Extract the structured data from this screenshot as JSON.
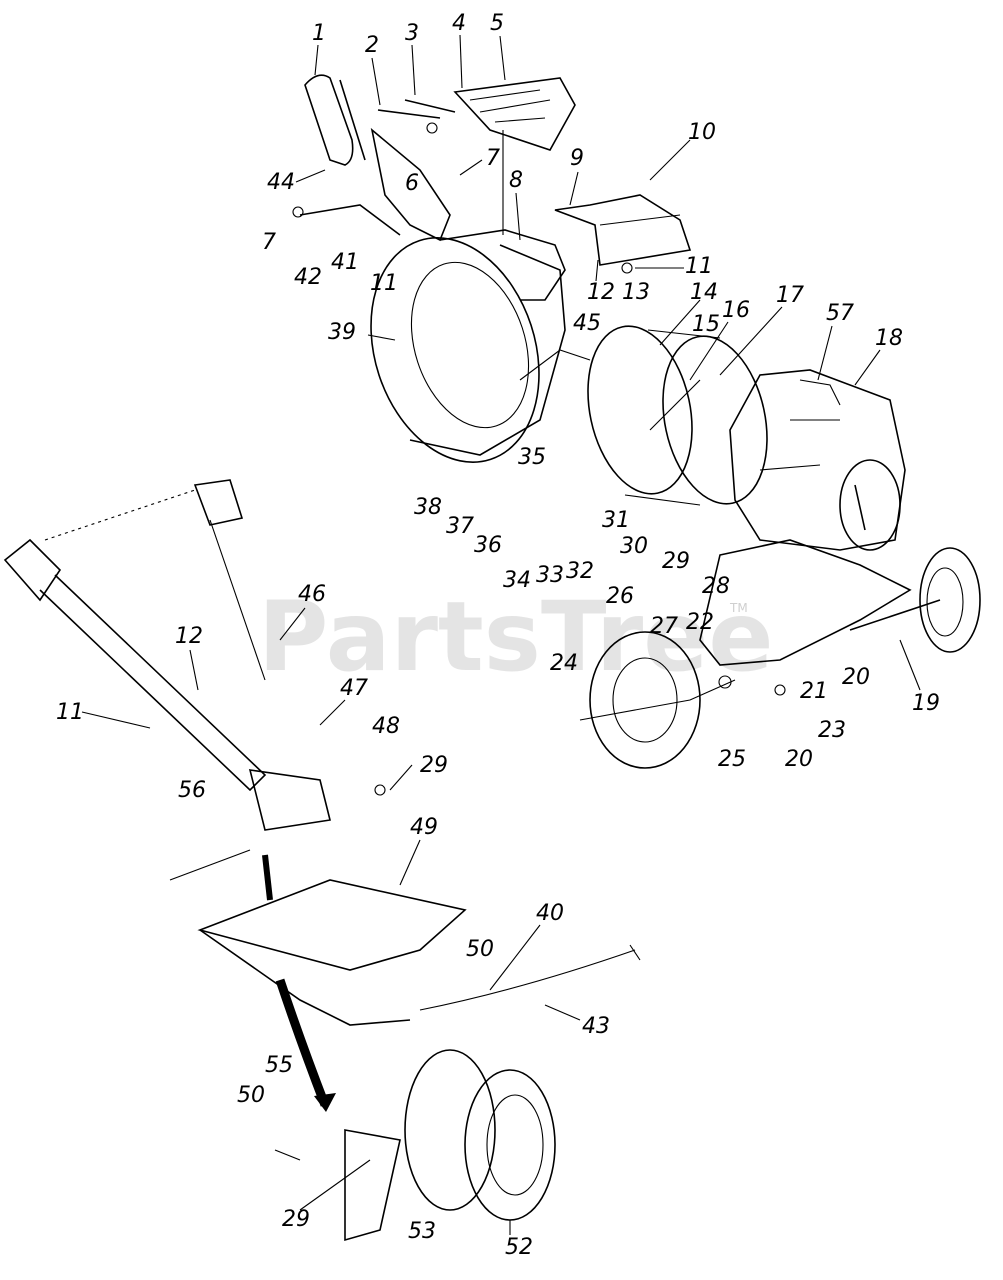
{
  "watermark": {
    "text": "PartsTree",
    "trademark": "TM"
  },
  "callouts": [
    "1",
    "2",
    "3",
    "4",
    "5",
    "6",
    "7",
    "8",
    "9",
    "10",
    "11",
    "12",
    "13",
    "14",
    "15",
    "16",
    "17",
    "18",
    "19",
    "20",
    "21",
    "22",
    "23",
    "24",
    "25",
    "26",
    "27",
    "28",
    "29",
    "30",
    "31",
    "32",
    "33",
    "34",
    "35",
    "36",
    "37",
    "38",
    "39",
    "40",
    "41",
    "42",
    "43",
    "44",
    "45",
    "46",
    "47",
    "48",
    "49",
    "50",
    "52",
    "53",
    "55",
    "56",
    "57"
  ]
}
